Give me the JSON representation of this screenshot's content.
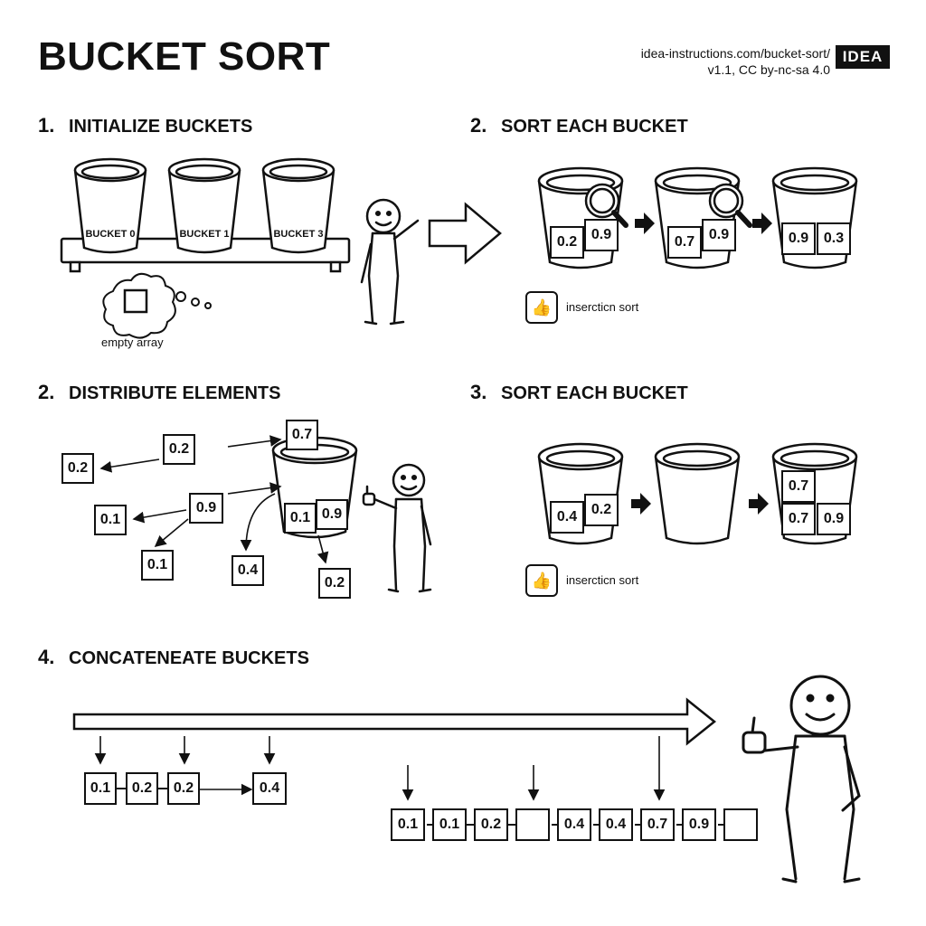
{
  "header": {
    "title": "BUCKET SORT",
    "credit_line1": "idea-instructions.com/bucket-sort/",
    "credit_line2": "v1.1, CC by-nc-sa 4.0",
    "logo_text": "IDEA"
  },
  "step_initialize": {
    "number": "1.",
    "title": "INITIALIZE BUCKETS",
    "bucket_labels": [
      "BUCKET 0",
      "BUCKET 1",
      "BUCKET 3"
    ],
    "thought_caption": "empty array"
  },
  "step_sort_top": {
    "number": "2.",
    "title": "SORT EACH BUCKET",
    "bucket_a_values": [
      "0.2",
      "0.9"
    ],
    "bucket_b_values": [
      "0.7",
      "0.9"
    ],
    "bucket_c_values": [
      "0.9",
      "0.3"
    ],
    "method_label": "insercticn sort",
    "method_icon": "thumbs-up-icon"
  },
  "step_distribute": {
    "number": "2.",
    "title": "DISTRIBUTE ELEMENTS",
    "loose_values": [
      "0.2",
      "0.2",
      "0.1",
      "0.9",
      "0.1",
      "0.4",
      "0.2"
    ],
    "incoming_value": "0.7",
    "bucket_values": [
      "0.1",
      "0.9"
    ]
  },
  "step_sort_bottom": {
    "number": "3.",
    "title": "SORT EACH BUCKET",
    "bucket_a_values": [
      "0.4",
      "0.2"
    ],
    "bucket_c_top_value": "0.7",
    "bucket_c_values": [
      "0.7",
      "0.9"
    ],
    "method_label": "insercticn sort",
    "method_icon": "thumbs-up-icon"
  },
  "step_concatenate": {
    "number": "4.",
    "title": "CONCATENEATE BUCKETS",
    "left_values": [
      "0.1",
      "0.2",
      "0.2"
    ],
    "left_extra_value": "0.4",
    "result_values": [
      "0.1",
      "0.1",
      "0.2",
      "",
      "0.4",
      "0.4",
      "0.7",
      "0.9",
      ""
    ]
  },
  "colors": {
    "ink": "#111111",
    "paper": "#ffffff"
  }
}
